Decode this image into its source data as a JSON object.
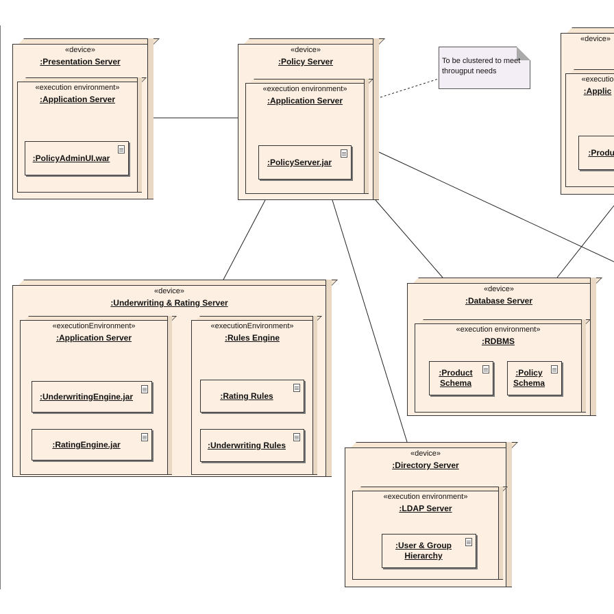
{
  "note": {
    "lines": [
      "To be clustered to meet",
      "througput needs"
    ]
  },
  "nodes": {
    "presentation": {
      "stereotype": "«device»",
      "name": ":Presentation Server",
      "env": {
        "stereotype": "«execution environment»",
        "name": ":Application Server"
      },
      "artifacts": [
        ":PolicyAdminUI.war"
      ]
    },
    "policy": {
      "stereotype": "«device»",
      "name": ":Policy Server",
      "env": {
        "stereotype": "«execution environment»",
        "name": ":Application Server"
      },
      "artifacts": [
        ":PolicyServer.jar"
      ]
    },
    "product": {
      "stereotype": "«device»",
      "name": "",
      "env": {
        "stereotype": "«executio",
        "name": ":Applic"
      },
      "artifacts": [
        ":Produc"
      ]
    },
    "underwriting": {
      "stereotype": "«device»",
      "name": ":Underwriting & Rating Server",
      "envs": [
        {
          "stereotype": "«executionEnvironment»",
          "name": ":Application Server",
          "artifacts": [
            ":UnderwritingEngine.jar",
            ":RatingEngine.jar"
          ]
        },
        {
          "stereotype": "«executionEnvironment»",
          "name": ":Rules Engine",
          "artifacts": [
            ":Rating Rules",
            ":Underwriting Rules"
          ]
        }
      ]
    },
    "database": {
      "stereotype": "«device»",
      "name": ":Database Server",
      "env": {
        "stereotype": "«execution environment»",
        "name": ":RDBMS"
      },
      "artifacts": [
        ":Product\nSchema",
        ":Policy\nSchema"
      ]
    },
    "directory": {
      "stereotype": "«device»",
      "name": ":Directory Server",
      "env": {
        "stereotype": "«execution environment»",
        "name": ":LDAP Server"
      },
      "artifacts": [
        ":User & Group\nHierarchy"
      ]
    }
  },
  "connections": [
    {
      "from": "presentation",
      "to": "policy",
      "style": "solid"
    },
    {
      "from": "policy",
      "to": "underwriting",
      "style": "solid"
    },
    {
      "from": "policy",
      "to": "directory",
      "style": "solid"
    },
    {
      "from": "policy",
      "to": "database",
      "style": "solid"
    },
    {
      "from": "policy",
      "to": "offscreen",
      "style": "solid"
    },
    {
      "from": "database",
      "to": "product",
      "style": "solid"
    },
    {
      "from": "policy",
      "to": "note",
      "style": "dashed"
    }
  ]
}
